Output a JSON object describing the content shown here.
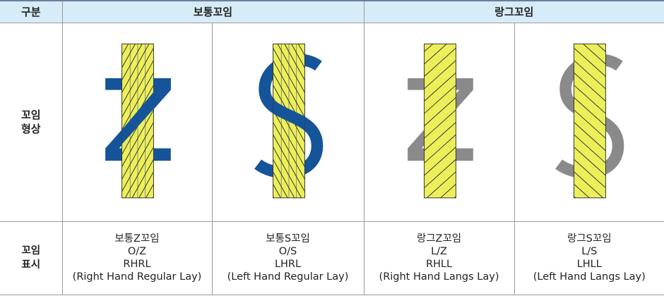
{
  "header": {
    "category": "구분",
    "regular_group": "보통꼬임",
    "langs_group": "랑그꼬임"
  },
  "rows": {
    "shape_label_1": "꼬임",
    "shape_label_2": "형상",
    "mark_label_1": "꼬임",
    "mark_label_2": "표시"
  },
  "colors": {
    "regular": "#16549a",
    "langs": "#8a8a8a",
    "strand": "#ecef5a"
  },
  "items": [
    {
      "type": "Z",
      "lay": "regular",
      "name": "보통Z꼬임",
      "code": "O/Z",
      "abbr": "RHRL",
      "desc": "(Right Hand Regular Lay)"
    },
    {
      "type": "S",
      "lay": "regular",
      "name": "보통S꼬임",
      "code": "O/S",
      "abbr": "LHRL",
      "desc": "(Left Hand Regular Lay)"
    },
    {
      "type": "Z",
      "lay": "langs",
      "name": "랑그Z꼬임",
      "code": "L/Z",
      "abbr": "RHLL",
      "desc": "(Right Hand Langs Lay)"
    },
    {
      "type": "S",
      "lay": "langs",
      "name": "랑그S꼬임",
      "code": "L/S",
      "abbr": "LHLL",
      "desc": "(Left Hand Langs Lay)"
    }
  ]
}
